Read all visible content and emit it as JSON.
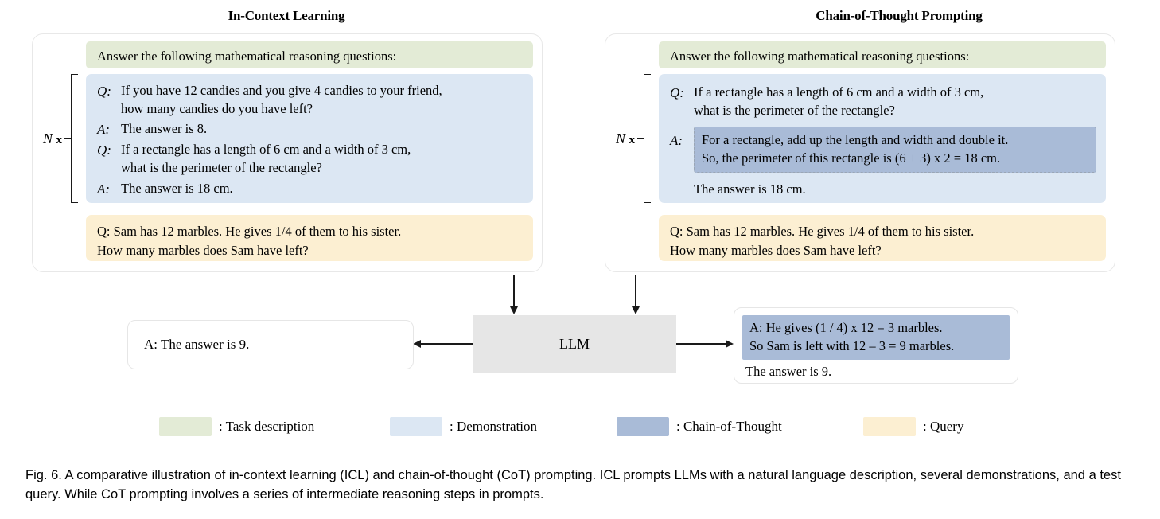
{
  "titles": {
    "icl": "In-Context Learning",
    "cot": "Chain-of-Thought Prompting"
  },
  "shared": {
    "task_description": "Answer the following mathematical reasoning questions:",
    "nx_label_n": "N",
    "nx_label_x": "x",
    "query_line1": "Q:    Sam has 12 marbles. He gives 1/4 of them to his sister.",
    "query_line2": "How many marbles does Sam have left?"
  },
  "icl_panel": {
    "demos": [
      {
        "label": "Q:",
        "line1": "If you have 12 candies and you give 4 candies to your friend,",
        "line2": "how many candies do you have left?"
      },
      {
        "label": "A:",
        "line1": "The answer is 8.",
        "line2": ""
      },
      {
        "label": "Q:",
        "line1": "If a rectangle has a length of 6 cm and a width of 3 cm,",
        "line2": "what is the perimeter of the rectangle?"
      },
      {
        "label": "A:",
        "line1": "The answer is 18 cm.",
        "line2": ""
      }
    ]
  },
  "cot_panel": {
    "question_label": "Q:",
    "question_line1": "If a rectangle has a length of 6 cm and a width of 3 cm,",
    "question_line2": "what is the perimeter of the rectangle?",
    "answer_label": "A:",
    "cot_line1": "For a rectangle, add up the length and width and double it.",
    "cot_line2": "So, the perimeter of this rectangle is (6 + 3) x 2 = 18 cm.",
    "answer_tail": "The answer is 18 cm."
  },
  "model": {
    "llm_label": "LLM"
  },
  "outputs": {
    "icl_answer": "A: The answer is 9.",
    "cot_highlight_line1": "A: He gives (1 / 4) x 12 = 3 marbles.",
    "cot_highlight_line2": "So Sam is left with 12 – 3 = 9 marbles.",
    "cot_tail": "The answer is 9."
  },
  "legend": {
    "items": [
      {
        "label": ": Task description",
        "color": "#e3ebd6"
      },
      {
        "label": ": Demonstration",
        "color": "#dce7f3"
      },
      {
        "label": ": Chain-of-Thought",
        "color": "#a9bbd7"
      },
      {
        "label": ": Query",
        "color": "#fcefd2"
      }
    ]
  },
  "caption": {
    "text": "Fig. 6.  A comparative illustration of in-context learning (ICL) and chain-of-thought (CoT) prompting. ICL prompts LLMs with a natural language description, several demonstrations, and a test query. While CoT prompting involves a series of intermediate reasoning steps in prompts."
  }
}
